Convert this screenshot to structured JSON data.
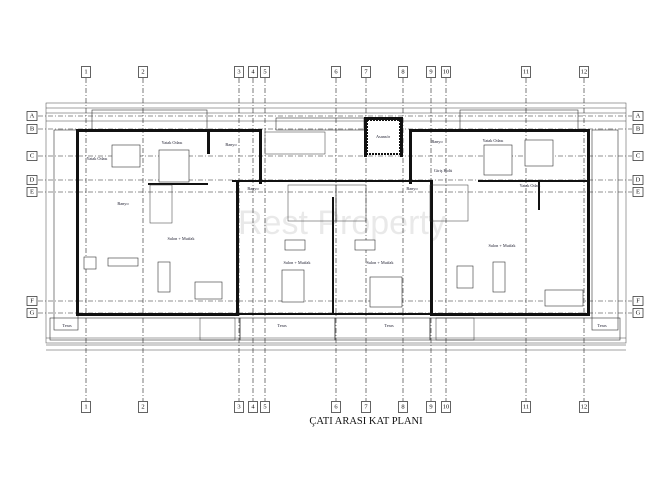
{
  "plan": {
    "title": "ÇATI ARASI KAT PLANI",
    "vertical_axes": [
      "1",
      "2",
      "3",
      "4",
      "5",
      "6",
      "7",
      "8",
      "9",
      "10",
      "11",
      "12"
    ],
    "horizontal_axes": [
      "A",
      "B",
      "C",
      "D",
      "E",
      "F",
      "G"
    ],
    "rooms": {
      "left_bedroom_1": "Yatak Odası",
      "left_bedroom_2": "Yatak Odası",
      "left_bath_top": "Banyo",
      "left_bath": "Banyo",
      "left_salon": "Salon + Mutfak",
      "left_terrace": "Teras",
      "center_bath": "Banyo",
      "center_left_salon": "Salon + Mutfak",
      "center_left_terrace": "Teras",
      "elevator": "Asansör",
      "center_right_salon": "Salon + Mutfak",
      "center_right_terrace": "Teras",
      "right_bath_top": "Banyo",
      "right_hall": "Giriş Holü",
      "right_bath": "Banyo",
      "right_bedroom_1": "Yatak Odası",
      "right_bedroom_2": "Yatak Odası",
      "right_salon": "Salon + Mutfak",
      "right_terrace": "Teras"
    },
    "watermark": "Rest Property"
  }
}
